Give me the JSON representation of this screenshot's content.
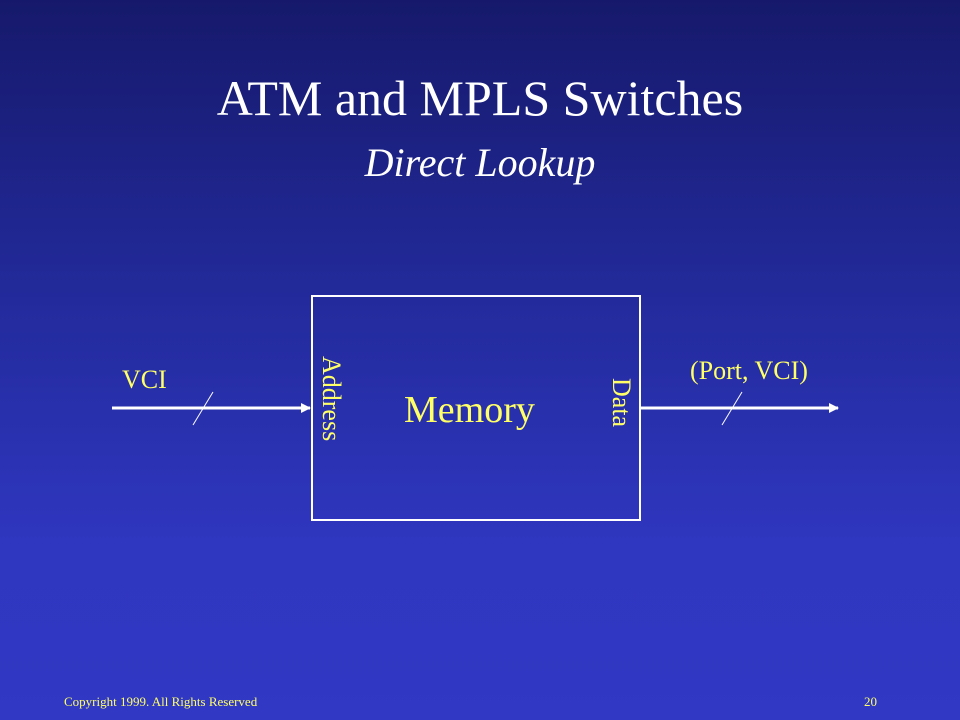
{
  "slide": {
    "title": "ATM and MPLS Switches",
    "subtitle": "Direct Lookup"
  },
  "diagram": {
    "input_label": "VCI",
    "output_label": "(Port, VCI)",
    "box_label": "Memory",
    "address_label": "Address",
    "data_label": "Data"
  },
  "footer": {
    "copyright": "Copyright 1999. All Rights Reserved",
    "page_number": "20"
  },
  "colors": {
    "text": "#ffffff",
    "accent": "#ffff66",
    "background_top": "#16196b",
    "background_bottom": "#3038c4"
  }
}
